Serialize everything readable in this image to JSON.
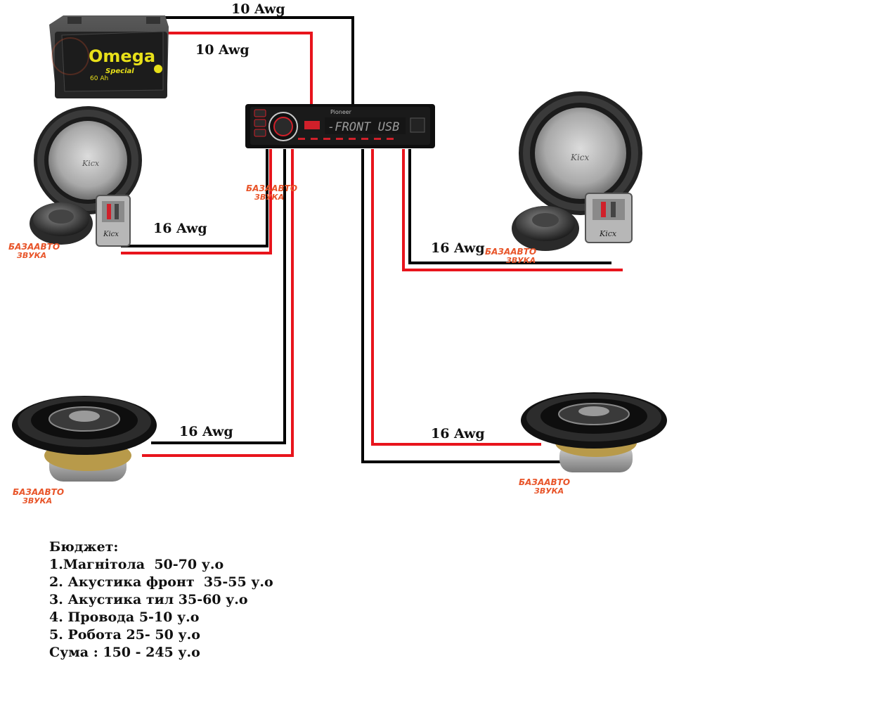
{
  "components": {
    "battery": {
      "brand": "Omega",
      "line": "Special",
      "capacity": "60 Ah",
      "colors": {
        "body": "#2a2a2a",
        "label": "#1c1c1c",
        "brand_text": "#e8e019"
      }
    },
    "head_unit": {
      "brand": "Pioneer",
      "display_text": "-FRONT USB",
      "colors": {
        "body": "#111111",
        "accent": "#d0202a"
      }
    },
    "front_left_component": {
      "brand": "Kicx"
    },
    "front_right_component": {
      "brand": "Kicx"
    },
    "rear_left_coaxial": {},
    "rear_right_coaxial": {}
  },
  "wires": {
    "battery_ground": {
      "gauge": "10 Awg",
      "color": "#000000"
    },
    "battery_power": {
      "gauge": "10 Awg",
      "color": "#e8141c"
    },
    "front_left": {
      "gauge": "16 Awg"
    },
    "front_right": {
      "gauge": "16 Awg"
    },
    "rear_left": {
      "gauge": "16 Awg"
    },
    "rear_right": {
      "gauge": "16 Awg"
    }
  },
  "watermark": {
    "line1": "БАЗААВТО",
    "line2": "ЗВУКА",
    "color": "#e8552a"
  },
  "budget": {
    "title": "Бюджет:",
    "items": [
      "1.Магнітола  50-70 у.о",
      "2. Акустика фронт  35-55 у.о",
      "3. Акустика тил 35-60 у.о",
      "4. Провода 5-10 у.о",
      "5. Робота 25- 50 у.о"
    ],
    "total": "Сума : 150 - 245 у.о"
  }
}
